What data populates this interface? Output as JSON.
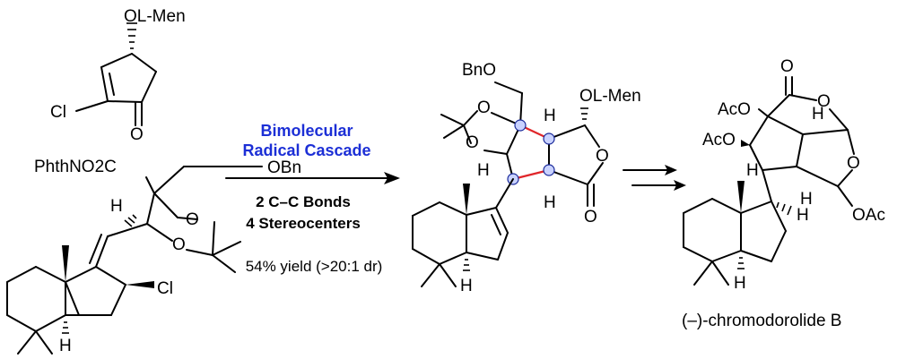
{
  "colors": {
    "cascade": "#1c2fd6",
    "new_bond": "#e0262a",
    "stereocenter_fill": "#c9d2ff"
  },
  "reagents": {
    "butenolide_substituent": "OL-Men",
    "butenolide_halogen": "Cl",
    "butenolide_carbonyl": "O",
    "ester_group": "PhthNO2C",
    "ether_group": "OBn",
    "acetonide_o1": "O",
    "acetonide_o2": "O",
    "hydrogen": "H",
    "chloride": "Cl",
    "ring_fusion_h": "H"
  },
  "arrow1": {
    "line1": "Bimolecular",
    "line2": "Radical Cascade",
    "bonds": "2 C–C Bonds",
    "stereocenters": "4  Stereocenters",
    "yield": "54% yield (>20:1 dr)"
  },
  "product": {
    "bno": "BnO",
    "olmen": "OL-Men",
    "o_acetonide1": "O",
    "o_acetonide2": "O",
    "o_ring": "O",
    "o_carbonyl": "O",
    "h1": "H",
    "h2": "H",
    "h3": "H",
    "h4": "H"
  },
  "final": {
    "name": "(–)-chromodorolide B",
    "ac1": "AcO",
    "ac2": "AcO",
    "oac": "OAc",
    "o_carbonyl": "O",
    "o_lactone": "O",
    "o_ring": "O",
    "h1": "H",
    "h2": "H",
    "h3": "H",
    "h4": "H",
    "h5": "H"
  }
}
